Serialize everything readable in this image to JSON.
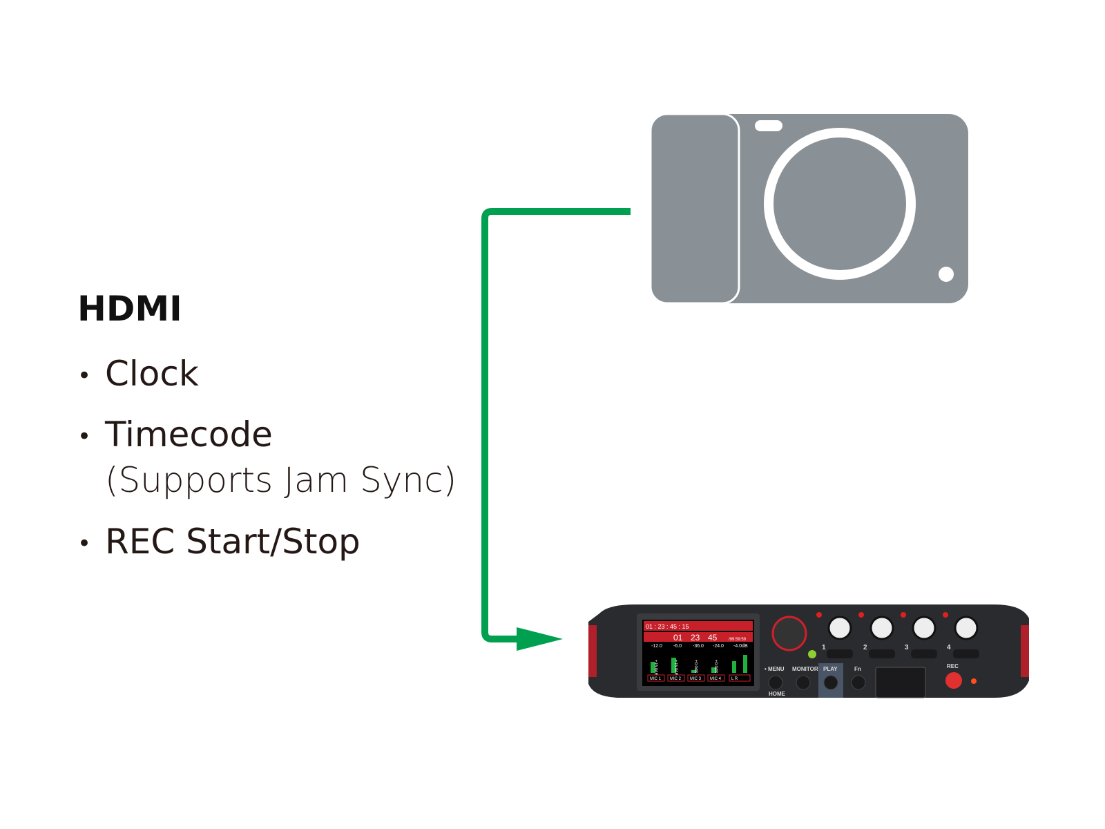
{
  "connection": {
    "title": "HDMI",
    "features": [
      {
        "label": "Clock"
      },
      {
        "label": "Timecode",
        "note": "(Supports Jam Sync)"
      },
      {
        "label": "REC Start/Stop"
      }
    ],
    "cable_color": "#00a050"
  },
  "camera": {
    "icon": "camera-icon",
    "color": "#8a9196"
  },
  "recorder": {
    "screen": {
      "clock": "01 : 23 : 45 : 15",
      "elapsed_h": "01",
      "elapsed_m": "23",
      "elapsed_s": "45",
      "remaining": "/99:59:59",
      "levels": [
        "-12.0",
        "-6.0",
        "-36.0",
        "-24.0",
        "-4.0dB"
      ],
      "gains": [
        "+15.0dB",
        "+15.0dB",
        "+0.0dB",
        "+0.0dB"
      ],
      "channels": [
        "MIC 1",
        "MIC 2",
        "MIC 3",
        "MIC 4",
        "L    R"
      ]
    },
    "knob_numbers": [
      "1",
      "2",
      "3",
      "4"
    ],
    "buttons": {
      "menu": "• MENU",
      "home": "HOME",
      "monitor": "MONITOR",
      "play": "PLAY",
      "fn": "Fn",
      "rec": "REC"
    },
    "accent_color": "#d0202a"
  }
}
